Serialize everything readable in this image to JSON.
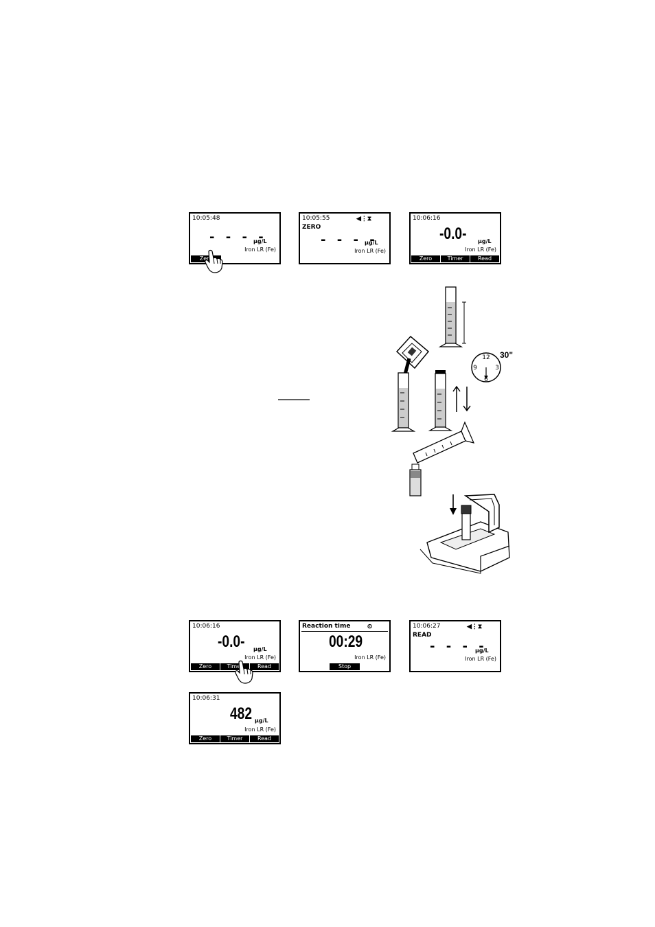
{
  "unit": "µg/L",
  "parameter": "Iron LR (Fe)",
  "softkeys": {
    "zero": "Zero",
    "timer": "Timer",
    "read": "Read",
    "stop": "Stop"
  },
  "screens": {
    "s1": {
      "time": "10:05:48",
      "reading": "- - - -"
    },
    "s2": {
      "time": "10:05:55",
      "mode": "ZERO",
      "reading": "- - - -"
    },
    "s3": {
      "time": "10:06:16",
      "reading": "-0.0-"
    },
    "s4": {
      "time": "10:06:16",
      "reading": "-0.0-"
    },
    "s5": {
      "title": "Reaction time",
      "reading": "00:29"
    },
    "s6": {
      "time": "10:06:27",
      "mode": "READ",
      "reading": "- - - -"
    },
    "s7": {
      "time": "10:06:31",
      "reading": "482"
    }
  },
  "illustration": {
    "clock_numbers": [
      "12",
      "3",
      "6",
      "9"
    ],
    "shake_duration": "30\""
  },
  "icons": {
    "lamp_timer": "lamp-hourglass-icon",
    "stopwatch": "stopwatch-icon",
    "pointing_hand": "pointing-hand-icon"
  }
}
